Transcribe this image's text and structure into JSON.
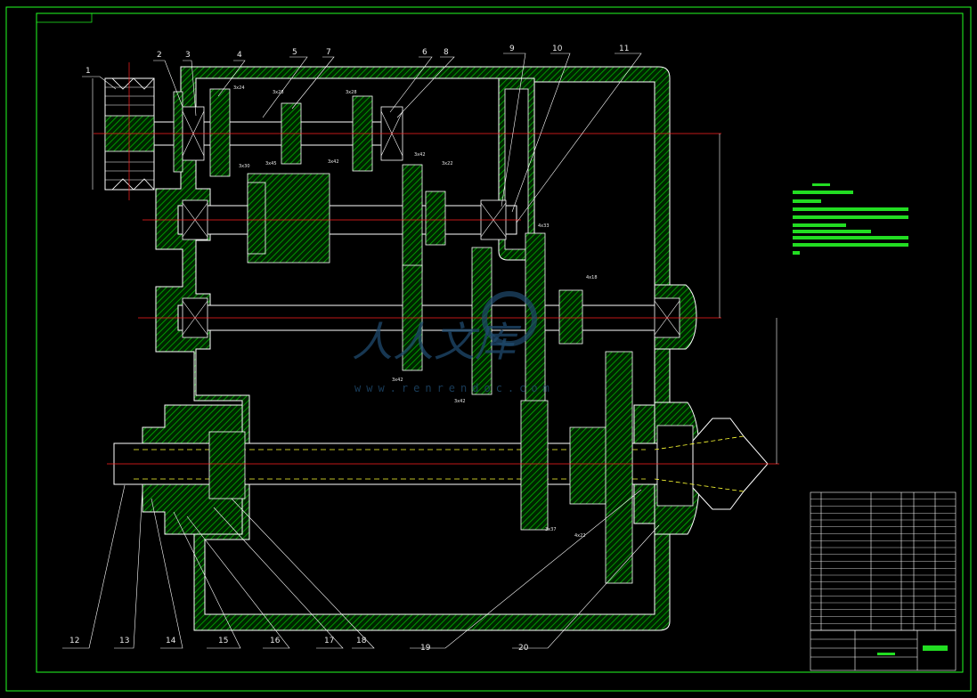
{
  "part_numbers": [
    "1",
    "2",
    "3",
    "4",
    "5",
    "6",
    "7",
    "8",
    "9",
    "10",
    "11",
    "12",
    "13",
    "14",
    "15",
    "16",
    "17",
    "18",
    "19",
    "20"
  ],
  "gear_marks": [
    "3x24",
    "3x28",
    "3x28",
    "3x30",
    "3x45",
    "3x42",
    "3x42",
    "3x22",
    "4x33",
    "4x18",
    "3x42",
    "3x42",
    "4x22",
    "3x37"
  ],
  "watermark": {
    "cn": "人人文库",
    "url": "www.renrendoc.com"
  },
  "colors": {
    "frame": "#22ff22",
    "hatch": "#00b400",
    "centerline": "#ff2020",
    "lines": "#ffffff",
    "dashed": "#ffff33",
    "watermark": "#1f4a6e"
  }
}
